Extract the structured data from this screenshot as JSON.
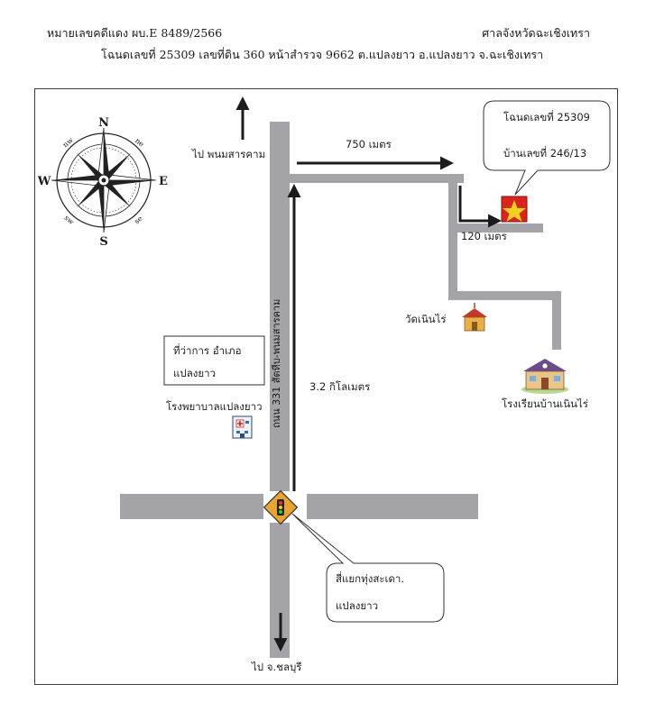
{
  "header": {
    "case_number": "หมายเลขคดีแดง  ผบ.E 8489/2566",
    "court": "ศาลจังหวัดฉะเชิงเทรา",
    "deed_line": "โฉนดเลขที่ 25309  เลขที่ดิน 360  หน้าสำรวจ  9662   ต.แปลงยาว   อ.แปลงยาว   จ.ฉะเชิงเทรา"
  },
  "compass": {
    "n": "N",
    "s": "S",
    "e": "E",
    "w": "W",
    "nw": "nw",
    "ne": "ne",
    "sw": "sw",
    "se": "se"
  },
  "labels": {
    "to_north": "ไป พนมสารคาม",
    "to_south": "ไป จ.ชลบุรี",
    "road_name": "ถนน 331 สัตหีบ-พนมสารคาม",
    "dist_750": "750 เมตร",
    "dist_120": "120 เมตร",
    "dist_3_2": "3.2 กิโลเมตร",
    "temple": "วัดเนินไร่",
    "school": "โรงเรียนบ้านเนินไร่",
    "hospital": "โรงพยาบาลแปลงยาว"
  },
  "callouts": {
    "property_deed": "โฉนดเลขที่ 25309",
    "property_house": "บ้านเลขที่ 246/13",
    "district_office_1": "ที่ว่าการ อำเภอ",
    "district_office_2": "แปลงยาว",
    "intersection_1": "สี่แยกทุ่งสะเดา.",
    "intersection_2": "แปลงยาว"
  },
  "colors": {
    "road": "#a3a3a8",
    "arrow": "#1b1b1b",
    "marker": "#d9261c",
    "star": "#f5d020",
    "signal": "#e8a433"
  }
}
